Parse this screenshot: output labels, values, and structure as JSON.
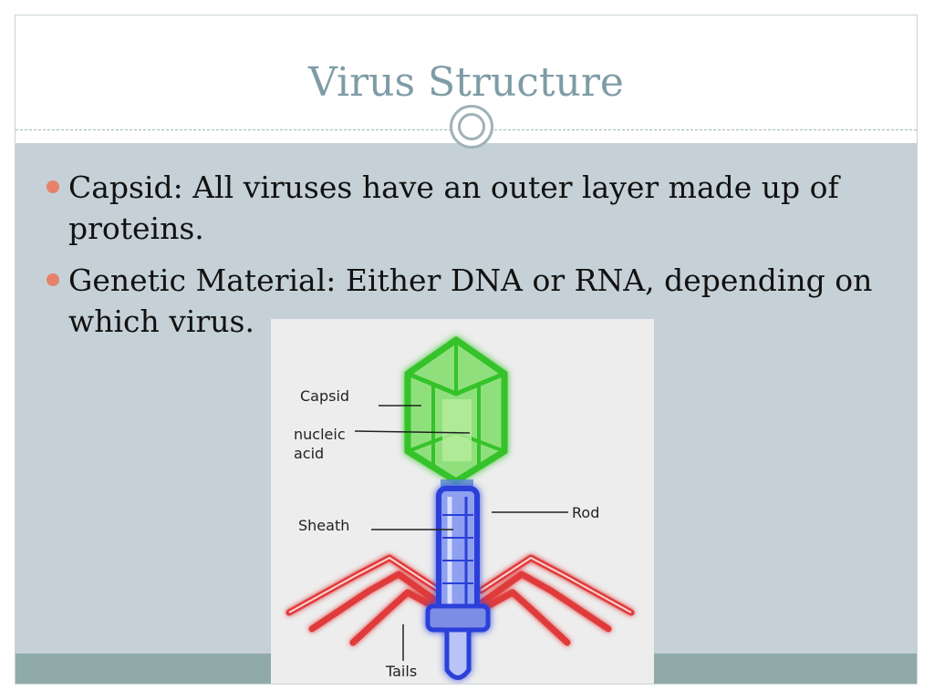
{
  "slide": {
    "title": "Virus Structure",
    "bullets": [
      "Capsid: All viruses have an outer layer made up of proteins.",
      "Genetic Material: Either DNA or RNA, depending on which virus."
    ]
  },
  "figure": {
    "labels": {
      "capsid": "Capsid",
      "nucleic_line1": "nucleic",
      "nucleic_line2": "acid",
      "sheath": "Sheath",
      "rod": "Rod",
      "tails": "Tails"
    }
  },
  "colors": {
    "title": "#7e9ca6",
    "body_background": "#c5d1d7",
    "bullet": "#e6826b",
    "footer": "#8faaa9",
    "capsid": "#3bd12e",
    "sheath": "#2b3fd9",
    "tails": "#e03a3a"
  }
}
